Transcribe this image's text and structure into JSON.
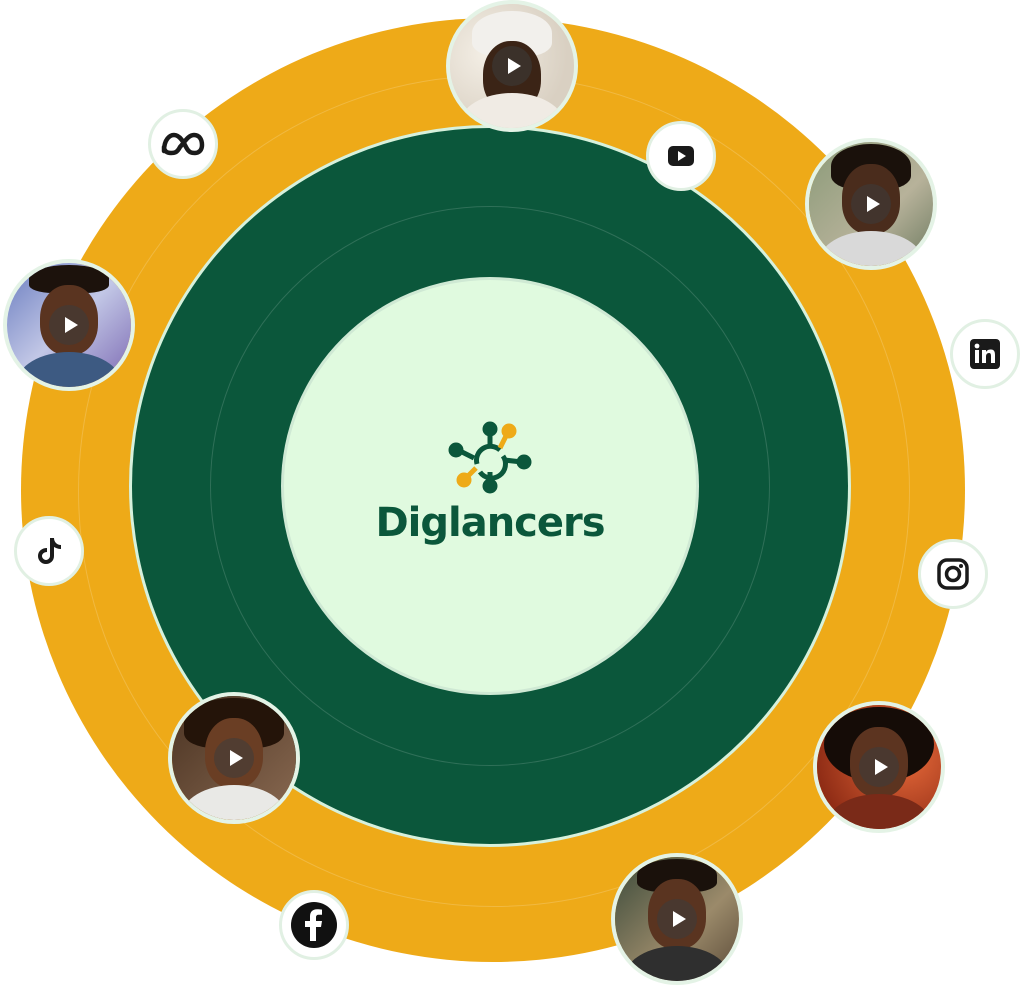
{
  "brand": {
    "name": "Diglancers",
    "logo_icon": "network-nodes-icon"
  },
  "colors": {
    "outer_ring": "#eeaa18",
    "middle_ring": "#0b573b",
    "core": "#e0fadf",
    "brand_text": "#0b573b",
    "logo_green": "#0b573b",
    "logo_orange": "#eeaa18"
  },
  "social_links": [
    {
      "name": "meta",
      "icon": "meta-icon"
    },
    {
      "name": "youtube",
      "icon": "youtube-icon"
    },
    {
      "name": "linkedin",
      "icon": "linkedin-icon"
    },
    {
      "name": "instagram",
      "icon": "instagram-icon"
    },
    {
      "name": "tiktok",
      "icon": "tiktok-icon"
    },
    {
      "name": "facebook",
      "icon": "facebook-icon"
    }
  ],
  "video_testimonials": [
    {
      "icon": "play-icon"
    },
    {
      "icon": "play-icon"
    },
    {
      "icon": "play-icon"
    },
    {
      "icon": "play-icon"
    },
    {
      "icon": "play-icon"
    },
    {
      "icon": "play-icon"
    }
  ]
}
